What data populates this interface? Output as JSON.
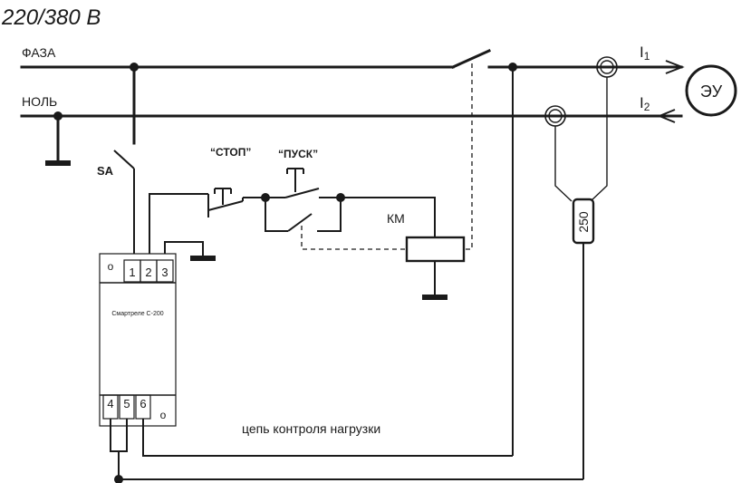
{
  "voltage": "220/380 В",
  "lines": {
    "phase": "ФАЗА",
    "neutral": "НОЛЬ"
  },
  "currents": {
    "i1": "I",
    "i1_sub": "1",
    "i2": "I",
    "i2_sub": "2"
  },
  "load": "ЭУ",
  "switch_sa": "SA",
  "buttons": {
    "stop": "“СТОП”",
    "start": "“ПУСК”"
  },
  "contactor": "КМ",
  "sensor": "250",
  "relay": {
    "name": "Смартреле С-200",
    "terminal_o_top": "о",
    "terminal_o_bottom": "о",
    "terminals_top": [
      "1",
      "2",
      "3"
    ],
    "terminals_bottom": [
      "4",
      "5",
      "6"
    ]
  },
  "caption": "цепь контроля нагрузки"
}
